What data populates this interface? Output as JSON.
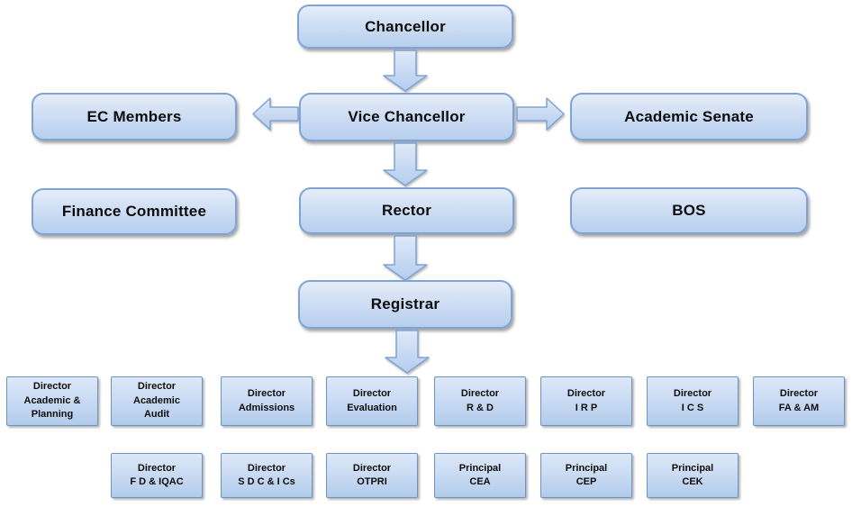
{
  "colors": {
    "box_border": "#7fa3d3",
    "box_fill_top": "#e4edfa",
    "box_fill_bottom": "#b7cfee",
    "small_box_border": "#6b94c5",
    "text": "#0d0d0d",
    "background": "#ffffff"
  },
  "nodes": {
    "chancellor": {
      "label": "Chancellor"
    },
    "ec_members": {
      "label": "EC Members"
    },
    "vice_chancellor": {
      "label": "Vice Chancellor"
    },
    "academic_senate": {
      "label": "Academic Senate"
    },
    "finance_committee": {
      "label": "Finance Committee"
    },
    "rector": {
      "label": "Rector"
    },
    "bos": {
      "label": "BOS"
    },
    "registrar": {
      "label": "Registrar"
    }
  },
  "directors_row1": [
    {
      "label": "Director\nAcademic &\nPlanning"
    },
    {
      "label": "Director\nAcademic\nAudit"
    },
    {
      "label": "Director\nAdmissions"
    },
    {
      "label": "Director\nEvaluation"
    },
    {
      "label": "Director\nR & D"
    },
    {
      "label": "Director\nI R P"
    },
    {
      "label": "Director\nI C S"
    },
    {
      "label": "Director\nFA & AM"
    }
  ],
  "directors_row2": [
    {
      "label": "Director\nF D & IQAC"
    },
    {
      "label": "Director\nS D C & I Cs"
    },
    {
      "label": "Director\nOTPRI"
    },
    {
      "label": "Principal\nCEA"
    },
    {
      "label": "Principal\nCEP"
    },
    {
      "label": "Principal\nCEK"
    }
  ],
  "connectors": [
    {
      "from": "Chancellor",
      "to": "Vice Chancellor",
      "direction": "down"
    },
    {
      "from": "Vice Chancellor",
      "to": "EC Members",
      "direction": "left"
    },
    {
      "from": "Vice Chancellor",
      "to": "Academic Senate",
      "direction": "right"
    },
    {
      "from": "Vice Chancellor",
      "to": "Rector",
      "direction": "down"
    },
    {
      "from": "Rector",
      "to": "Registrar",
      "direction": "down"
    },
    {
      "from": "Registrar",
      "to": "Directors",
      "direction": "down"
    }
  ]
}
